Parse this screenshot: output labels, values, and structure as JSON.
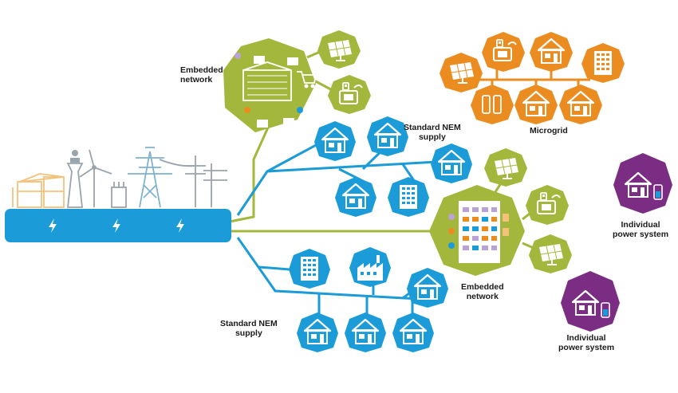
{
  "labels": {
    "embedded_top": [
      "Embedded",
      "network"
    ],
    "nem_top": [
      "Standard NEM",
      "supply"
    ],
    "microgrid": "Microgrid",
    "ips_top": [
      "Individual",
      "power system"
    ],
    "embedded_mid": [
      "Embedded",
      "network"
    ],
    "nem_bottom": [
      "Standard NEM",
      "supply"
    ],
    "ips_bottom": [
      "Individual",
      "power system"
    ]
  },
  "colors": {
    "grid_blue": "#1b9bd7",
    "embedded_green": "#a3b73c",
    "microgrid_orange": "#eb8c21",
    "individual_purple": "#7b2d83",
    "infrastructure_grey": "#9aa4ad",
    "substation_orange": "#f2c27b"
  },
  "icons": {
    "bolt": "lightning-bolt-icon",
    "house": "house-icon",
    "apartment": "apartment-icon",
    "factory": "factory-icon",
    "solar": "solar-panel-icon",
    "generator": "generator-icon",
    "battery": "battery-icon",
    "mall": "shopping-centre-icon"
  }
}
